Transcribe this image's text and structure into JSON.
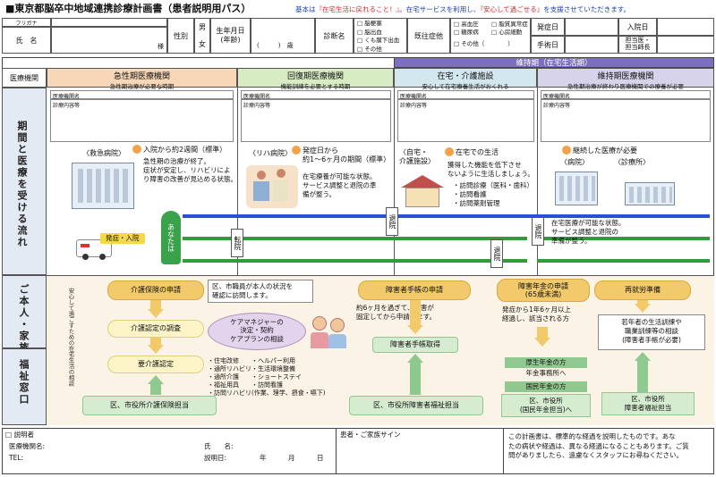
{
  "title": "■東京都脳卒中地域連携診療計画書（患者説明用パス）",
  "motto_pre": "基本は",
  "motto_1": "『在宅生活に戻れること！』",
  "motto_mid": "。在宅サービスを利用し、",
  "motto_2": "『安心して過ごせる』",
  "motto_post": "を支援させていただきます。",
  "patient": {
    "furigana": "フリガナ",
    "name": "氏　名",
    "sama": "様",
    "sex": "性別",
    "male": "男",
    "female": "女",
    "birth": "生年月日\n(年齢)",
    "age": "(　　　)　歳",
    "diag": "診断名",
    "dx": [
      "□ 脳梗塞",
      "□ 脳出血",
      "□ くも膜下出血",
      "□ その他"
    ],
    "history": "既往症他",
    "hx": [
      "□ 高血圧",
      "□ 糖尿病",
      "□ その他（　　　　）"
    ],
    "hx2": [
      "□ 脂質異常症",
      "□ 心房細動"
    ],
    "onset": "発症日",
    "surgery": "手術日",
    "admit": "入院日",
    "staff": "担当医・\n担当師長"
  },
  "row_labels": {
    "institution": "医療機関",
    "flow": "期間と医療を受ける流れ",
    "person": "ご本人・家族",
    "welfare": "福祉窓口"
  },
  "maintenance": "維持期（在宅生活期）",
  "phases": [
    {
      "name": "急性期医療機関",
      "sub": "急性期治療が必要な時期"
    },
    {
      "name": "回復期医療機関",
      "sub": "機能訓練を必要とする時期"
    },
    {
      "name": "在宅・介護施設",
      "sub": "安心して在宅療養生活がおくれる"
    },
    {
      "name": "維持期医療機関",
      "sub": "急性期治療が終わり医療機関での療養が必要"
    }
  ],
  "inst_label": "医療機関名",
  "content_label": "診療内容等",
  "acute": {
    "hosp": "〈救急病院〉",
    "note": "入院から約2週間（標準）",
    "desc": "急性期の治療が終了。\n症状が安定し、リハビリによ\nり障害の改善が見込める状態。",
    "ambulance": "発症・入院",
    "you": "あなたは"
  },
  "rehab": {
    "hosp": "〈リハ病院〉",
    "note": "発症日から\n約1〜6ヶ月の期間（標準）",
    "desc": "在宅療養が可能な状態。\nサービス調整と退院の準\n備が整う。",
    "transfer": "転院",
    "discharge": "退院"
  },
  "home": {
    "label": "〈自宅・\n介護施設〉",
    "life": "在宅での生活",
    "desc": "獲得した機能を低下させ\nないように生活しましょう。",
    "services": [
      "・訪問診療（医科・歯科）",
      "・訪問看護",
      "・訪問薬剤管理"
    ],
    "discharge": "退院"
  },
  "maint": {
    "need": "継続した医療が必要",
    "hosp": "〈病院〉",
    "clinic": "〈診療所〉",
    "desc": "在宅医療が可能な状態。\nサービス調整と退院の\n準備が整う。",
    "transfer": "転院"
  },
  "welfare": {
    "side_note": "安心して過ごすための在宅生活の相談",
    "care_apply": "介護保険の申請",
    "staff_visit": "区、市職員が本人の状況を\n確認に訪問します。",
    "care_survey": "介護認定の調査",
    "care_cert": "要介護認定",
    "cm": "ケアマネジャーの\n決定・契約\nケアプランの相談",
    "services": "・住宅改修　　・ヘルパー利用\n・通所リハビリ・生活環境整備\n・通所介護　　・ショートステイ\n・福祉用具　　・訪問看護\n・訪問リハビリ(作業、理学、摂食・嚥下)",
    "care_desk": "区、市役所介護保険担当",
    "disab_apply": "障害者手帳の申請",
    "disab_note": "約6ヶ月を過ぎて、障害が\n固定してから申請します。",
    "disab_get": "障害者手帳取得",
    "disab_desk": "区、市役所障害者福祉担当",
    "pension_apply": "障害年金の申請\n(65歳未満)",
    "pension_note": "発症から1年6ヶ月以上\n経過し、該当される方",
    "kosei": "厚生年金の方",
    "kosei_to": "年金事務所へ",
    "kokumin": "国民年金の方",
    "kokumin_to": "区、市役所\n(国民年金担当)へ",
    "job": "再就労準備",
    "job_note": "若年者の生活訓練や\n職業訓練等の相談\n(障害者手帳が必要)",
    "job_desk": "区、市役所\n障害者福祉担当"
  },
  "footer": {
    "explainer": "□ 説明者",
    "inst": "医療機関名:",
    "tel": "TEL:",
    "name": "氏　　名:",
    "date": "説明日:",
    "y": "年",
    "m": "月",
    "d": "日",
    "sign": "患者・ご家族サイン",
    "note": "この計画書は、標準的な経過を説明したものです。あな\nたの病状や経過は、異なる経過になることもあります。ご質\n問がありましたら、遠慮なくスタッフにお尋ねください。"
  },
  "colors": {
    "acute": "#f7d7b8",
    "rehab": "#d8ecc4",
    "home": "#d3e7ef",
    "maint": "#d7d3ea",
    "welfare_bg": "#fbeeda",
    "side": "#e4eaf4"
  }
}
